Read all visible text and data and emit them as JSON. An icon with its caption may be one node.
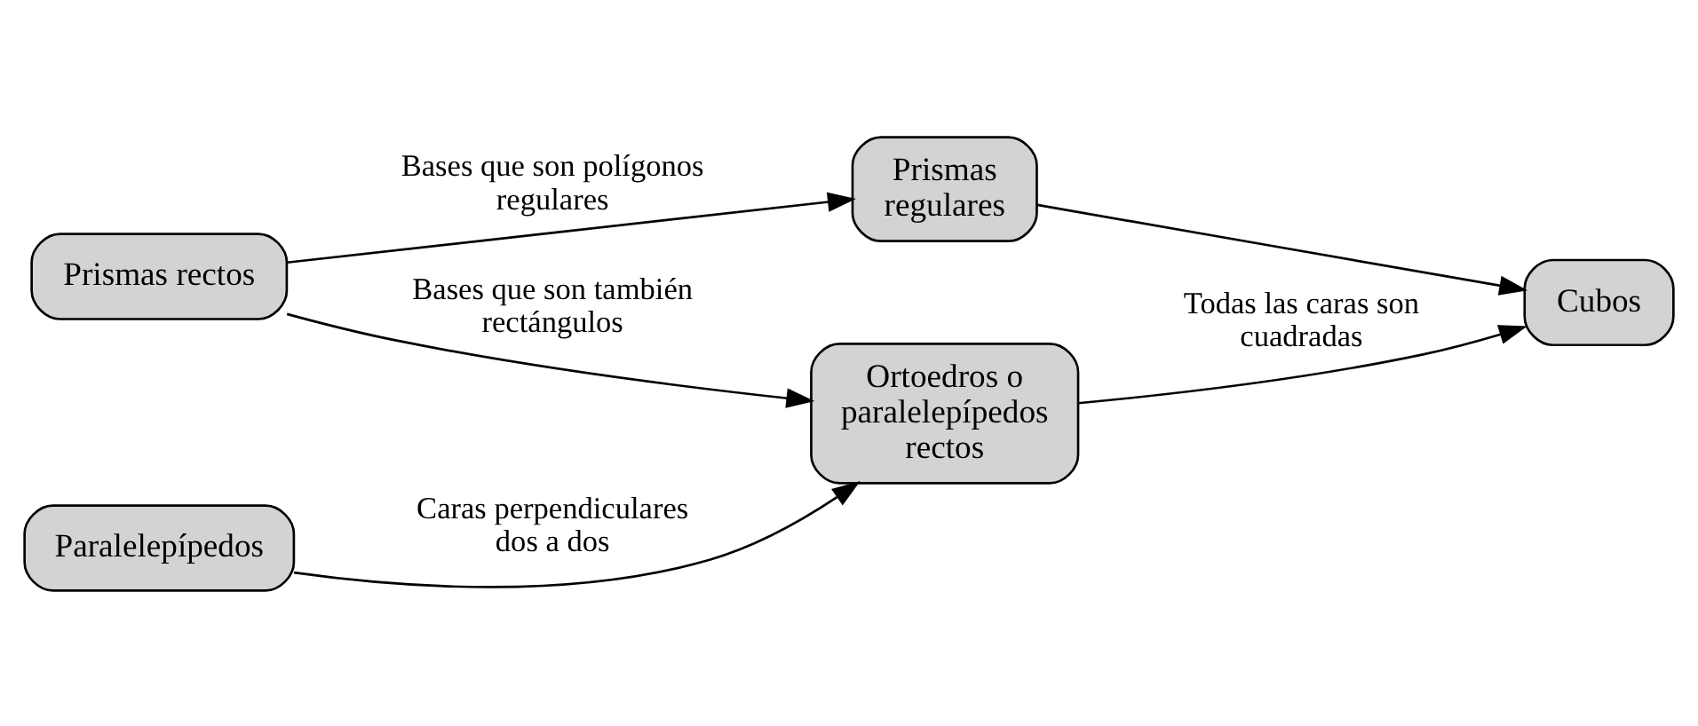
{
  "diagram": {
    "nodes": [
      {
        "text": [
          "Prismas rectos"
        ]
      },
      {
        "text": [
          "Prismas regulares"
        ]
      },
      {
        "text": [
          "Ortoedros o paralelepípedos rectos"
        ]
      },
      {
        "text": [
          "Cubos"
        ]
      },
      {
        "text": [
          "Paralelepípedos"
        ]
      }
    ],
    "edges": [
      {
        "from": 0,
        "to": 1,
        "arrow": "to",
        "label": "Bases que son polígonos regulares"
      },
      {
        "from": 0,
        "to": 2,
        "arrow": "to",
        "label": "Bases que son también rectángulos"
      },
      {
        "from": 4,
        "to": 2,
        "arrow": "to",
        "label": "Caras perpendiculares dos a dos"
      },
      {
        "from": 1,
        "to": 3,
        "arrow": "to"
      },
      {
        "from": 2,
        "to": 3,
        "arrow": "to",
        "label": "Todas las caras son cuadradas"
      }
    ]
  }
}
